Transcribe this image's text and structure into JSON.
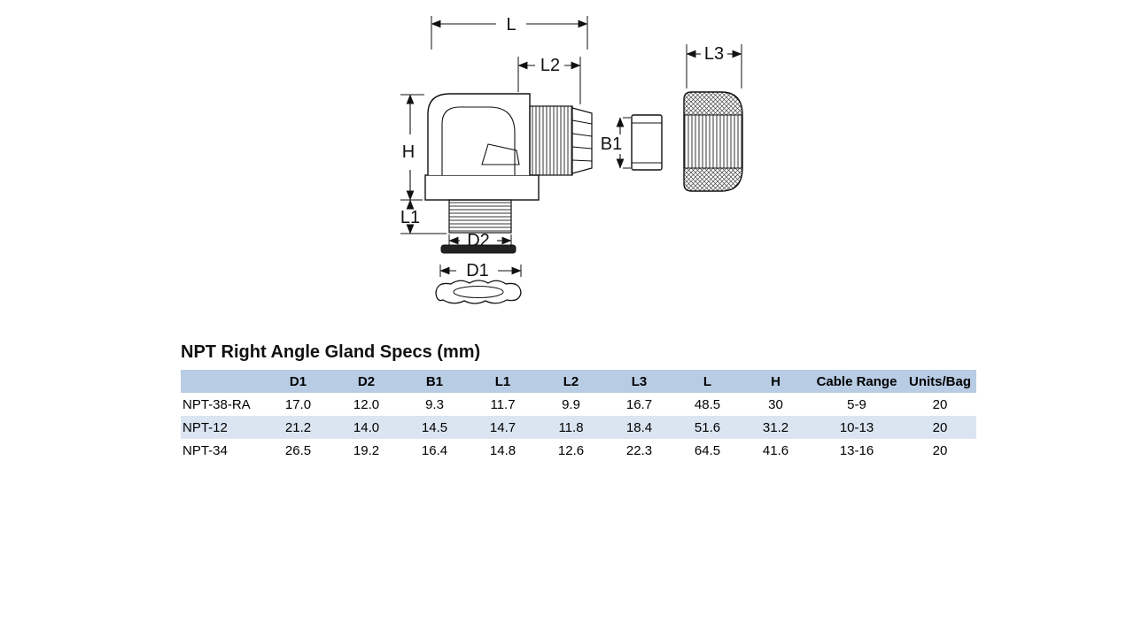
{
  "diagram": {
    "labels": {
      "l": "L",
      "l2": "L2",
      "l3": "L3",
      "h": "H",
      "b1": "B1",
      "l1": "L1",
      "d2": "D2",
      "d1": "D1"
    }
  },
  "table": {
    "title": "NPT Right Angle Gland Specs (mm)",
    "columns": [
      "",
      "D1",
      "D2",
      "B1",
      "L1",
      "L2",
      "L3",
      "L",
      "H",
      "Cable Range",
      "Units/Bag"
    ],
    "rows": [
      [
        "NPT-38-RA",
        "17.0",
        "12.0",
        "9.3",
        "11.7",
        "9.9",
        "16.7",
        "48.5",
        "30",
        "5-9",
        "20"
      ],
      [
        "NPT-12",
        "21.2",
        "14.0",
        "14.5",
        "14.7",
        "11.8",
        "18.4",
        "51.6",
        "31.2",
        "10-13",
        "20"
      ],
      [
        "NPT-34",
        "26.5",
        "19.2",
        "16.4",
        "14.8",
        "12.6",
        "22.3",
        "64.5",
        "41.6",
        "13-16",
        "20"
      ]
    ]
  },
  "colors": {
    "table_header_bg": "#b8cce4",
    "table_alt_row_bg": "#dbe5f1",
    "line_color": "#111111"
  }
}
